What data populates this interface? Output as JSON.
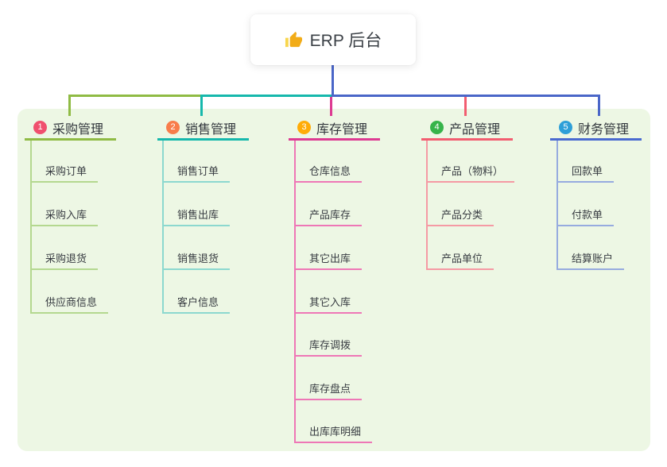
{
  "root": {
    "label": "ERP 后台",
    "icon": "thumbs-up"
  },
  "branches": [
    {
      "num": "1",
      "label": "采购管理",
      "colors": {
        "main": "#8fbb44",
        "child": "#b4d88f",
        "badge": "#f0506e"
      },
      "children": [
        "采购订单",
        "采购入库",
        "采购退货",
        "供应商信息"
      ]
    },
    {
      "num": "2",
      "label": "销售管理",
      "colors": {
        "main": "#16b8ac",
        "child": "#8cd8cf",
        "badge": "#f87d4b"
      },
      "children": [
        "销售订单",
        "销售出库",
        "销售退货",
        "客户信息"
      ]
    },
    {
      "num": "3",
      "label": "库存管理",
      "colors": {
        "main": "#dd3b92",
        "child": "#ee77b6",
        "badge": "#ffac07"
      },
      "children": [
        "仓库信息",
        "产品库存",
        "其它出库",
        "其它入库",
        "库存调拨",
        "库存盘点",
        "出库库明细"
      ]
    },
    {
      "num": "4",
      "label": "产品管理",
      "colors": {
        "main": "#f25d70",
        "child": "#f59aa4",
        "badge": "#36b44a"
      },
      "children": [
        "产品（物料）",
        "产品分类",
        "产品单位"
      ]
    },
    {
      "num": "5",
      "label": "财务管理",
      "colors": {
        "main": "#4a6ad0",
        "child": "#96abdf",
        "badge": "#2e9fd8"
      },
      "children": [
        "回款单",
        "付款单",
        "结算账户"
      ]
    }
  ],
  "colors": {
    "trunk": "#4a66c8",
    "panel_bg": "#edf7e4",
    "canvas_bg": "#ffffff",
    "thumb_gold": "#f2ac18",
    "thumb_cuff": "#f8d64e"
  }
}
